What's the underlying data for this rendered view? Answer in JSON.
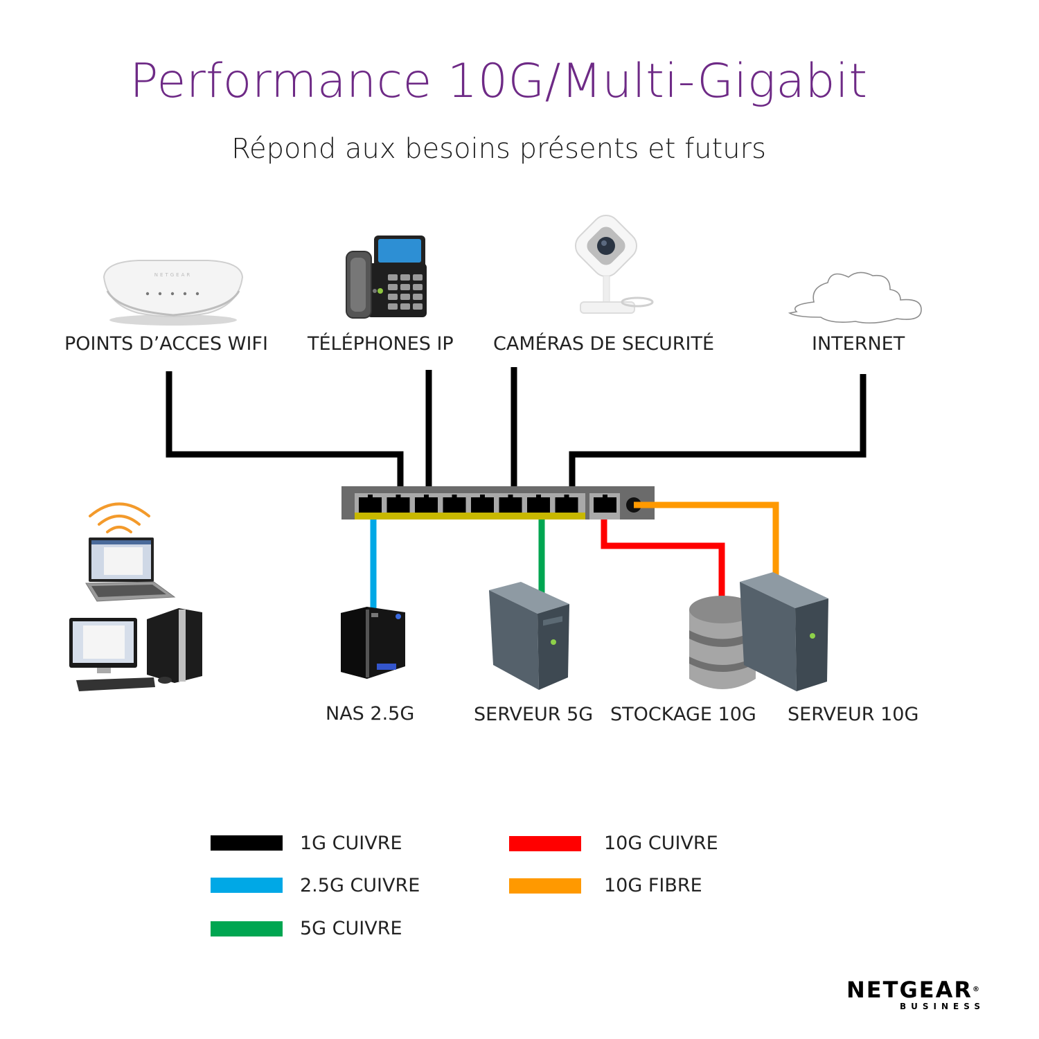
{
  "header": {
    "title": "Performance 10G/Multi-Gigabit",
    "subtitle": "Répond aux besoins présents et futurs"
  },
  "colors": {
    "title": "#6e2a86",
    "cable_1g_copper": "#000000",
    "cable_2_5g_copper": "#00a8e6",
    "cable_5g_copper": "#00a651",
    "cable_10g_copper": "#ff0000",
    "cable_10g_fibre": "#ff9900",
    "switch_body": "#6b6b6b",
    "switch_poe_strip": "#c8b800"
  },
  "top_devices": [
    {
      "id": "wifi-ap",
      "label": "POINTS D’ACCES WIFI",
      "icon": "wifi-access-point-icon",
      "cable": "1G CUIVRE"
    },
    {
      "id": "ip-phone",
      "label": "TÉLÉPHONES IP",
      "icon": "ip-phone-icon",
      "cable": "1G CUIVRE"
    },
    {
      "id": "camera",
      "label": "CAMÉRAS DE SECURITÉ",
      "icon": "security-camera-icon",
      "cable": "1G CUIVRE"
    },
    {
      "id": "internet",
      "label": "INTERNET",
      "icon": "cloud-icon",
      "cable": "1G CUIVRE"
    }
  ],
  "bottom_devices": [
    {
      "id": "nas",
      "label": "NAS 2.5G",
      "icon": "nas-icon",
      "cable": "2.5G CUIVRE"
    },
    {
      "id": "server-5g",
      "label": "SERVEUR 5G",
      "icon": "server-tower-icon",
      "cable": "5G CUIVRE"
    },
    {
      "id": "storage-10g",
      "label": "STOCKAGE 10G",
      "icon": "database-storage-icon",
      "cable": "10G CUIVRE"
    },
    {
      "id": "server-10g",
      "label": "SERVEUR 10G",
      "icon": "server-tower-icon",
      "cable": "10G FIBRE"
    }
  ],
  "switch": {
    "copper_ports": 8,
    "extra_copper_ports": 1,
    "fibre_ports": 1
  },
  "legend": [
    {
      "label": "1G CUIVRE",
      "color": "#000000"
    },
    {
      "label": "2.5G CUIVRE",
      "color": "#00a8e6"
    },
    {
      "label": "5G CUIVRE",
      "color": "#00a651"
    },
    {
      "label": "10G CUIVRE",
      "color": "#ff0000"
    },
    {
      "label": "10G FIBRE",
      "color": "#ff9900"
    }
  ],
  "brand": {
    "name": "NETGEAR",
    "registered": "®",
    "division": "BUSINESS"
  }
}
